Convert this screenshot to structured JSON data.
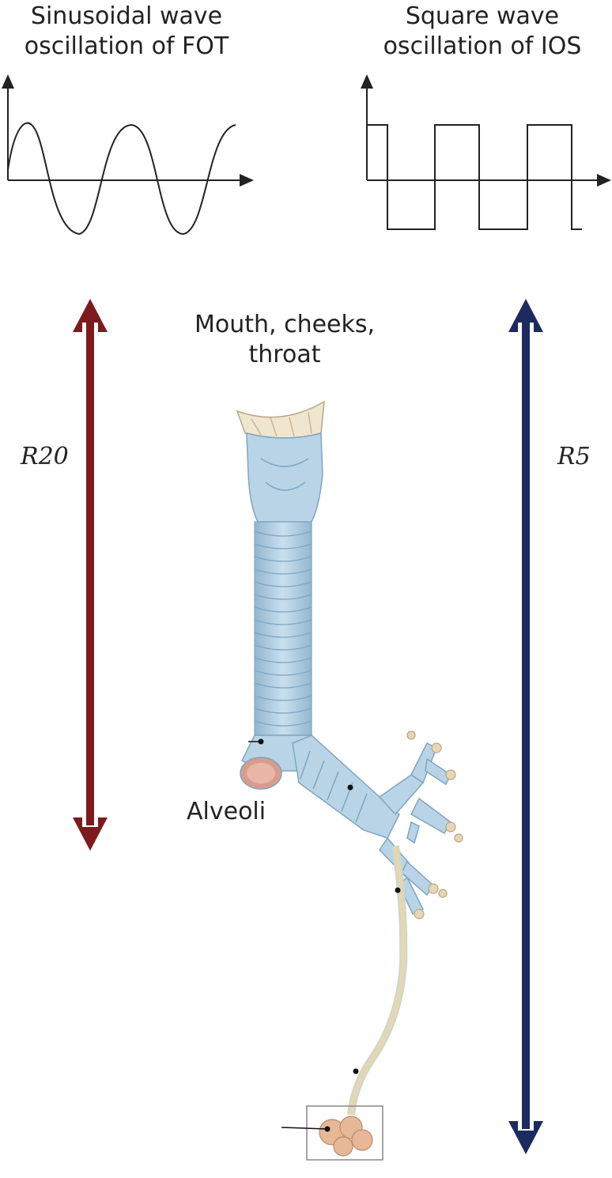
{
  "waves": {
    "fot": {
      "line1": "Sinusoidal wave",
      "line2": "oscillation of FOT"
    },
    "ios": {
      "line1": "Square wave",
      "line2": "oscillation of IOS"
    }
  },
  "airway": {
    "upper_label_line1": "Mouth, cheeks,",
    "upper_label_line2": "throat",
    "alveoli_label": "Alveoli"
  },
  "arrows": {
    "r20": {
      "label": "R20",
      "color": "#7d1a1d"
    },
    "r5": {
      "label": "R5",
      "color": "#1c2a5e"
    }
  },
  "colors": {
    "airway_blue": "#b8d4e6",
    "airway_dark": "#8fb3cc",
    "alveoli": "#e6b898"
  }
}
